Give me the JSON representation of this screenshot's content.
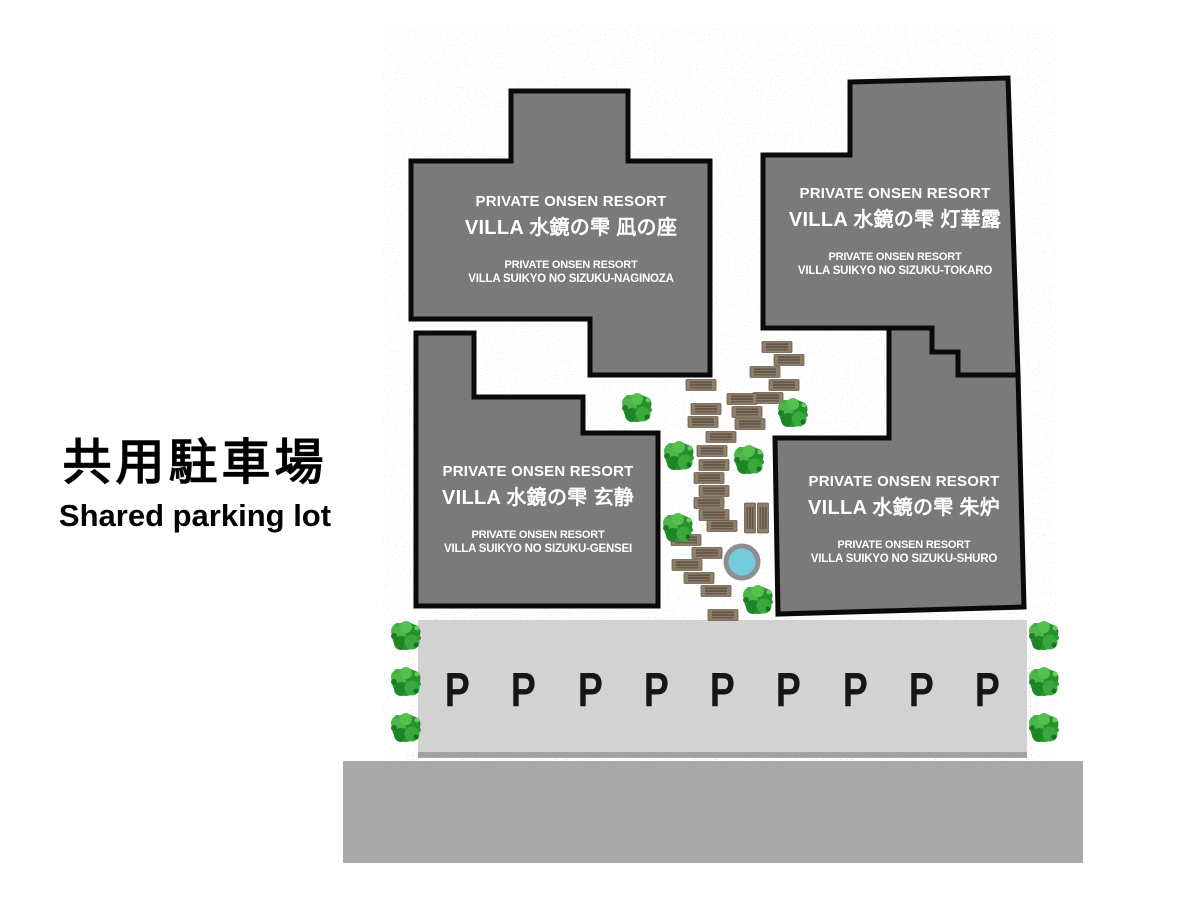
{
  "legend": {
    "title_ja": "共用駐車場",
    "title_en": "Shared parking lot"
  },
  "villas": [
    {
      "key": "naginoza",
      "resort_line": "PRIVATE ONSEN RESORT",
      "name_line": "VILLA 水鏡の雫 凪の座",
      "romaji_line1": "PRIVATE ONSEN RESORT",
      "romaji_line2": "VILLA SUIKYO NO SIZUKU-NAGINOZA"
    },
    {
      "key": "tokaro",
      "resort_line": "PRIVATE ONSEN RESORT",
      "name_line": "VILLA 水鏡の雫 灯華露",
      "romaji_line1": "PRIVATE ONSEN RESORT",
      "romaji_line2": "VILLA SUIKYO NO SIZUKU-TOKARO"
    },
    {
      "key": "gensei",
      "resort_line": "PRIVATE ONSEN RESORT",
      "name_line": "VILLA 水鏡の雫 玄静",
      "romaji_line1": "PRIVATE ONSEN RESORT",
      "romaji_line2": "VILLA SUIKYO NO SIZUKU-GENSEI"
    },
    {
      "key": "shuro",
      "resort_line": "PRIVATE ONSEN RESORT",
      "name_line": "VILLA 水鏡の雫 朱炉",
      "romaji_line1": "PRIVATE ONSEN RESORT",
      "romaji_line2": "VILLA SUIKYO NO SIZUKU-SHURO"
    }
  ],
  "parking": {
    "space_label": "P",
    "space_count": 9
  },
  "map_icons": {
    "tree": "tree-icon",
    "pond": "pond-icon",
    "stepping_stone": "stepping-stone-icon"
  },
  "colors": {
    "heading_text": "#000000",
    "label_text": "#ffffff",
    "p_text": "#161616",
    "building_fill": "#7a7a7a",
    "building_outline": "#0a0a0a",
    "ground_base": "#ffffff",
    "road": "#a9a9a9",
    "parking_surface": "#d2d2d2",
    "parking_edge": "#909090",
    "stone_brown": "#8e7e6c",
    "stone_stripe": "#5e5142",
    "tree_green": "#2e9b33",
    "pond_water": "#74cbdb",
    "pond_ring": "#8e8e8e"
  }
}
